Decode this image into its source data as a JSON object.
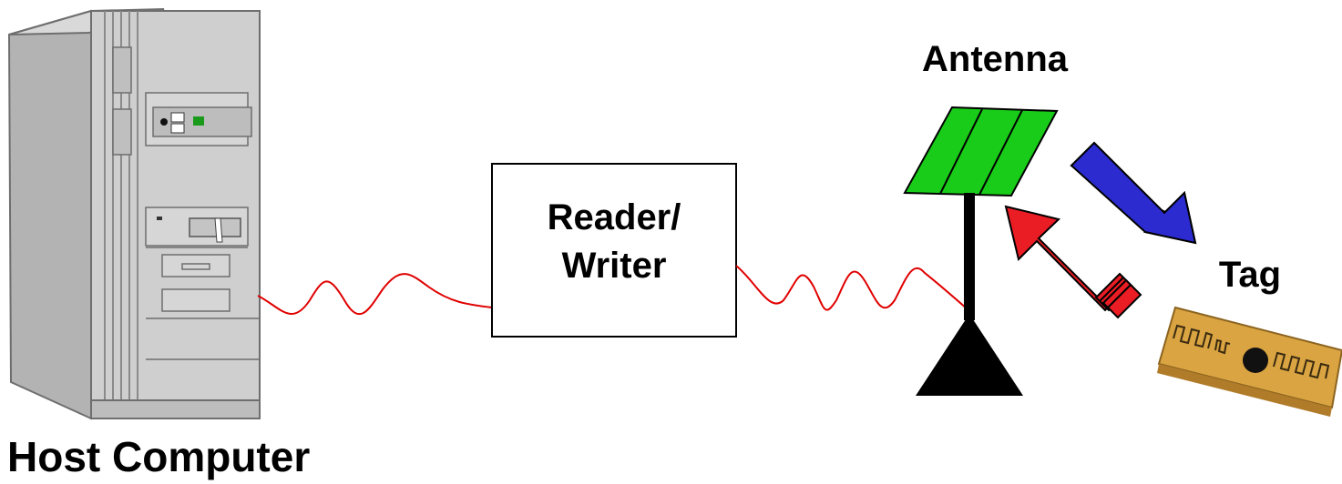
{
  "nodes": {
    "host": {
      "label": "Host Computer",
      "icon": "tower-computer-icon"
    },
    "reader": {
      "label_line1": "Reader/",
      "label_line2": "Writer"
    },
    "antenna": {
      "label": "Antenna",
      "icon": "antenna-panel-icon"
    },
    "tag": {
      "label": "Tag",
      "icon": "rfid-tag-icon"
    }
  },
  "links": [
    {
      "from": "host",
      "to": "reader",
      "style": "wavy",
      "color": "#e00000"
    },
    {
      "from": "reader",
      "to": "antenna",
      "style": "wavy",
      "color": "#e00000"
    }
  ],
  "arrows": [
    {
      "from": "antenna",
      "to": "tag",
      "color": "#2b2bd0"
    },
    {
      "from": "tag",
      "to": "antenna",
      "color": "#ea1c24"
    }
  ],
  "colors": {
    "computer_body": "#c8c8c8",
    "antenna_panel": "#19cc19",
    "tag_body": "#d9a441"
  }
}
